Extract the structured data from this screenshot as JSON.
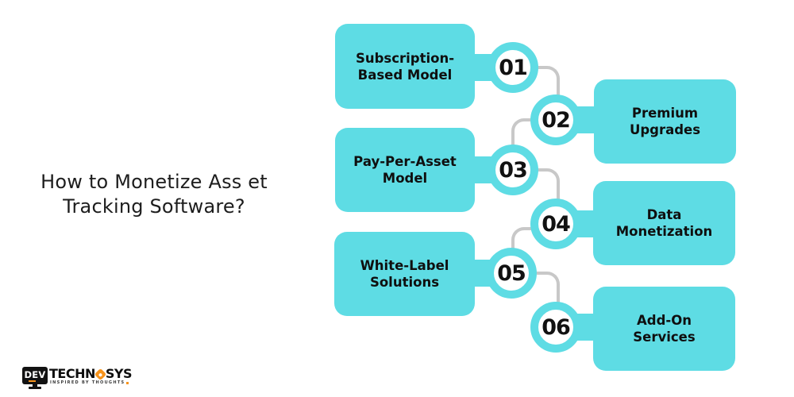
{
  "title": {
    "line1": "How to Monetize Ass et",
    "line2": "Tracking Software?"
  },
  "steps": [
    {
      "number": "01",
      "line1": "Subscription-",
      "line2": "Based Model"
    },
    {
      "number": "02",
      "line1": "Premium",
      "line2": "Upgrades"
    },
    {
      "number": "03",
      "line1": "Pay-Per-Asset",
      "line2": "Model"
    },
    {
      "number": "04",
      "line1": "Data",
      "line2": "Monetization"
    },
    {
      "number": "05",
      "line1": "White-Label",
      "line2": "Solutions"
    },
    {
      "number": "06",
      "line1": "Add-On",
      "line2": "Services"
    }
  ],
  "logo": {
    "monitor_text": "DEV",
    "brand_part1": "TECHN",
    "brand_part2": "SYS",
    "tagline": "INSPIRED BY THOUGHTS"
  },
  "colors": {
    "accent_cyan": "#5EDCE4",
    "connector_gray": "#C8C8C8",
    "logo_orange": "#F7941D",
    "text_dark": "#111111",
    "background": "#FFFFFF"
  }
}
